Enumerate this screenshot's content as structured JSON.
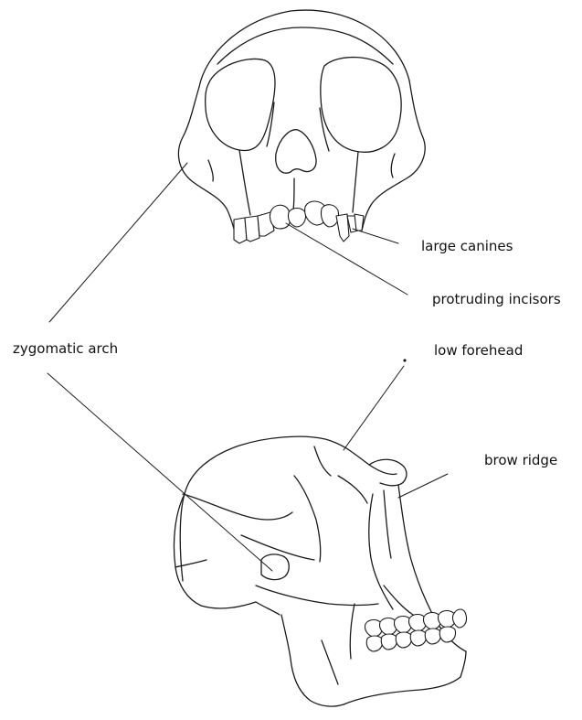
{
  "labels": {
    "large_canines": "large canines",
    "protruding_incisors": "protruding incisors",
    "zygomatic_arch": "zygomatic arch",
    "low_forehead": "low forehead",
    "brow_ridge": "brow ridge"
  },
  "colors": {
    "line": "#1a1a1a",
    "background": "#ffffff"
  }
}
